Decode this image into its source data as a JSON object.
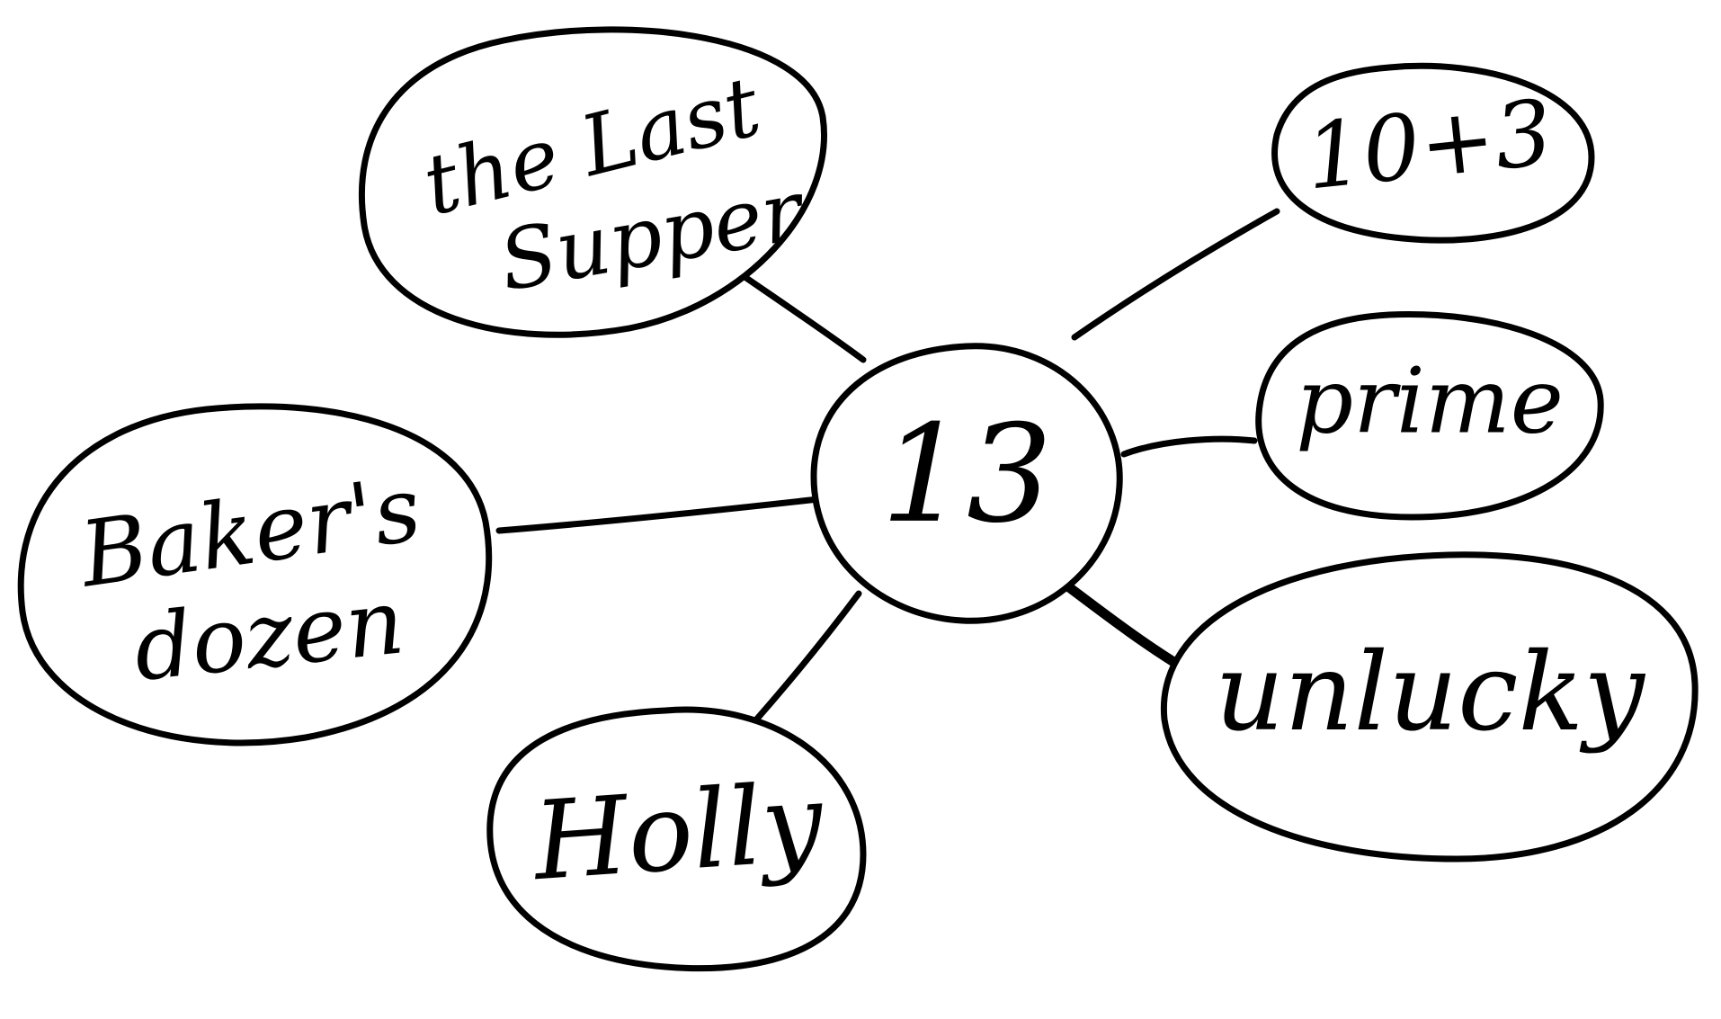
{
  "colors": {
    "ink": "#000000",
    "paper": "#ffffff"
  },
  "mindmap": {
    "center": {
      "label": "13"
    },
    "branches": [
      {
        "id": "last-supper",
        "label_lines": [
          "the Last",
          "Supper"
        ]
      },
      {
        "id": "ten-plus-three",
        "label_lines": [
          "10+3"
        ]
      },
      {
        "id": "prime",
        "label_lines": [
          "prime"
        ]
      },
      {
        "id": "unlucky",
        "label_lines": [
          "unlucky"
        ]
      },
      {
        "id": "holly",
        "label_lines": [
          "Holly"
        ]
      },
      {
        "id": "bakers-dozen",
        "label_lines": [
          "Baker's",
          "dozen"
        ]
      }
    ]
  }
}
